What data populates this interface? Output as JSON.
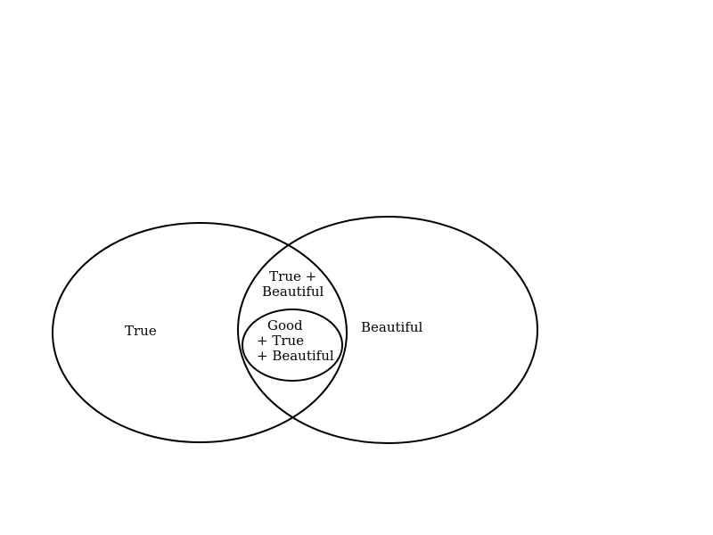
{
  "colors": {
    "background": "#ffffff",
    "stroke": "#000000",
    "text": "#000000"
  },
  "sets": {
    "true": {
      "label": "True"
    },
    "beautiful": {
      "label": "Beautiful"
    }
  },
  "regions": {
    "true_beautiful": {
      "lines": [
        "True +",
        "Beautiful"
      ]
    },
    "good_true_beautiful": {
      "lines": [
        "Good",
        "+ True",
        "+ Beautiful"
      ]
    }
  }
}
